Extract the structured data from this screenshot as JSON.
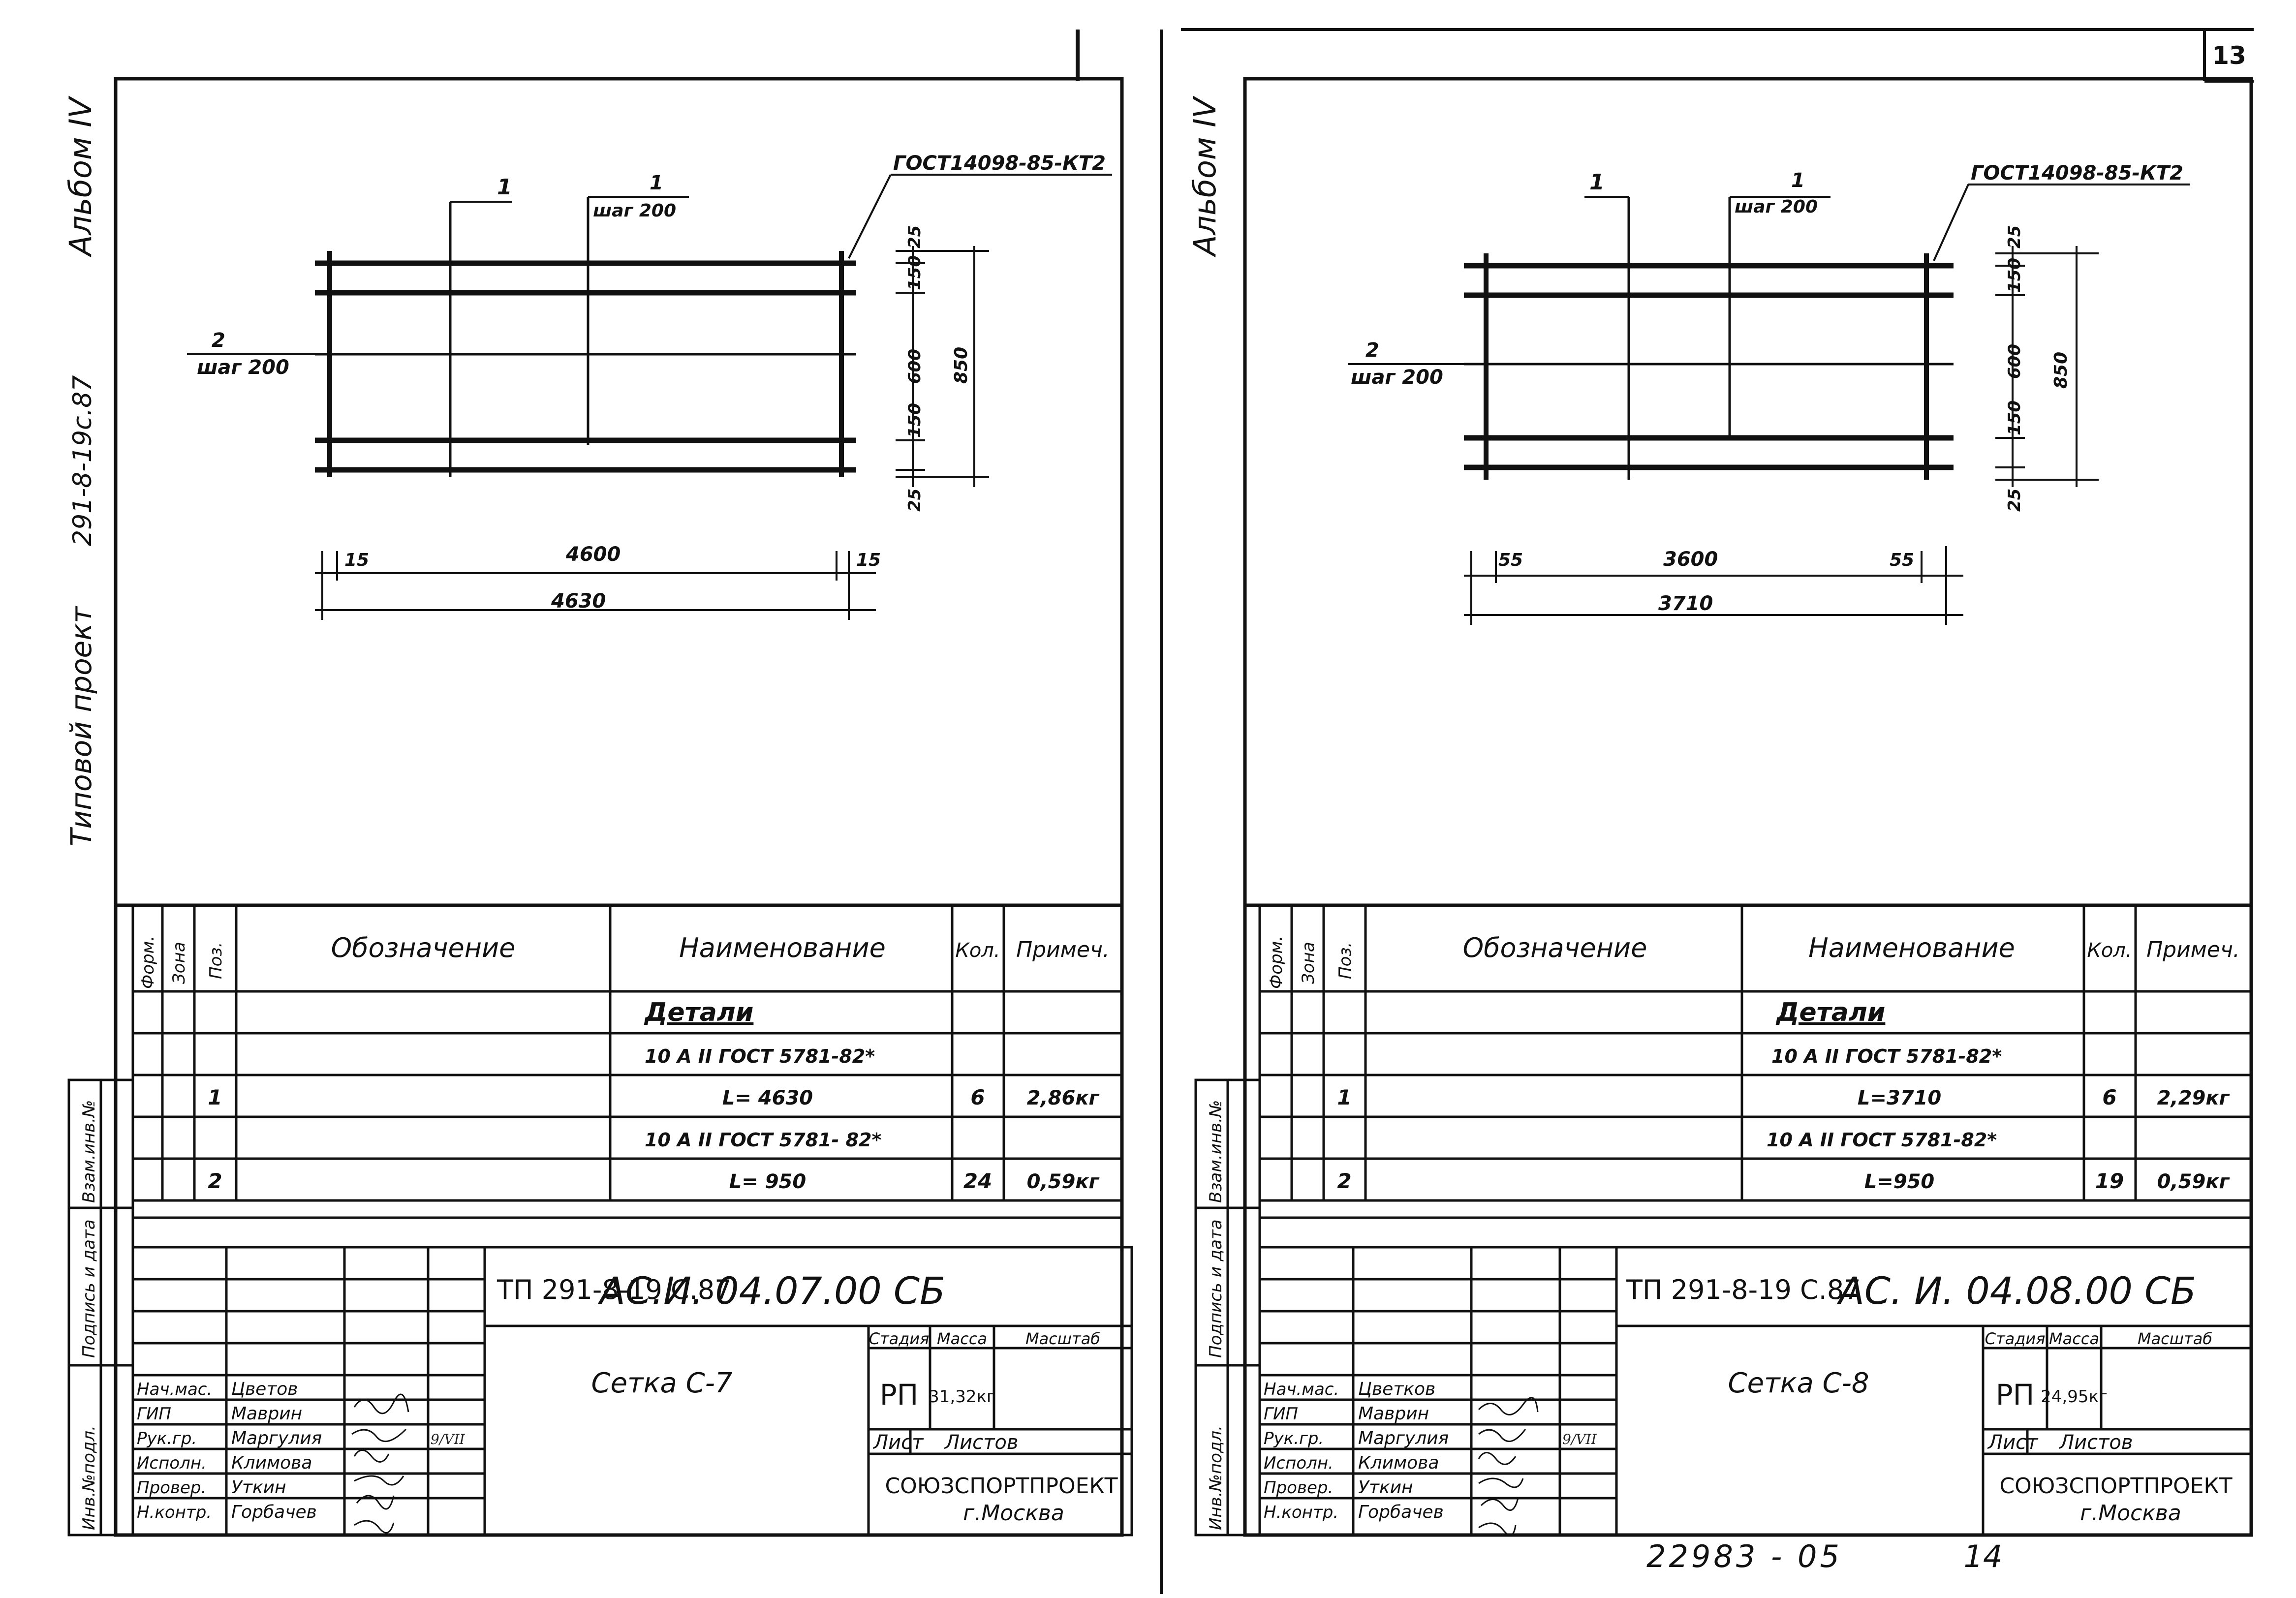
{
  "page_number": "13",
  "bottom_code": "22983 - 05",
  "bottom_page": "14",
  "sheets": [
    {
      "id": "left",
      "side_album": "Альбом IV",
      "side_code": "291-8-19с.87",
      "side_project": "Типовой проект",
      "drawing": {
        "pos1_label": "1",
        "pos1b_label": "1",
        "pos1b_step": "шаг 200",
        "pos2_label": "2",
        "pos2_step": "шаг 200",
        "gost_label": "ГОСТ14098-85-КТ2",
        "dim_left_small": "15",
        "dim_mid": "4600",
        "dim_right_small": "15",
        "dim_total": "4630",
        "v_dims": [
          "25",
          "150",
          "600",
          "150",
          "25"
        ],
        "v_total": "850"
      },
      "spec_headers": [
        "Форм.",
        "Зона",
        "Поз.",
        "Обозначение",
        "Наименование",
        "Кол.",
        "Примеч."
      ],
      "spec_rows": [
        {
          "poz": "",
          "name": "Детали",
          "kol": "",
          "prim": ""
        },
        {
          "poz": "",
          "name": "10 А II ГОСТ 5781-82*",
          "kol": "",
          "prim": ""
        },
        {
          "poz": "1",
          "name": "L= 4630",
          "kol": "6",
          "prim": "2,86кг"
        },
        {
          "poz": "",
          "name": "10 А II ГОСТ 5781- 82*",
          "kol": "",
          "prim": ""
        },
        {
          "poz": "2",
          "name": "L= 950",
          "kol": "24",
          "prim": "0,59кг"
        }
      ],
      "side_stamp": [
        "Инв.№подл.",
        "Подпись и дата",
        "Взам.инв.№"
      ],
      "title_block": {
        "project": "ТП 291-8-19 С.87",
        "designation": "АС.И. 04.07.00 СБ",
        "name": "Сетка С-7",
        "col_headers": [
          "Стадия",
          "Масса",
          "Масштаб"
        ],
        "stage": "РП",
        "mass": "31,32кг",
        "scale": "",
        "sheet_label": "Лист",
        "sheets_label": "Листов",
        "org": "СОЮЗСПОРТПРОЕКТ",
        "city": "г.Москва",
        "roles": [
          "Нач.мас.",
          "ГИП",
          "Рук.гр.",
          "Исполн.",
          "Провер.",
          "Н.контр."
        ],
        "names": [
          "Цветов",
          "Маврин",
          "Маргулия",
          "Климова",
          "Уткин",
          "Горбачев"
        ],
        "date": "9/VII"
      }
    },
    {
      "id": "right",
      "side_album": "Альбом IV",
      "side_code": "",
      "side_project": "",
      "drawing": {
        "pos1_label": "1",
        "pos1b_label": "1",
        "pos1b_step": "шаг 200",
        "pos2_label": "2",
        "pos2_step": "шаг 200",
        "gost_label": "ГОСТ14098-85-КТ2",
        "dim_left_small": "55",
        "dim_mid": "3600",
        "dim_right_small": "55",
        "dim_total": "3710",
        "v_dims": [
          "25",
          "150",
          "600",
          "150",
          "25"
        ],
        "v_total": "850"
      },
      "spec_headers": [
        "Форм.",
        "Зона",
        "Поз.",
        "Обозначение",
        "Наименование",
        "Кол.",
        "Примеч."
      ],
      "spec_rows": [
        {
          "poz": "",
          "name": "Детали",
          "kol": "",
          "prim": ""
        },
        {
          "poz": "",
          "name": "10 А II ГОСТ 5781-82*",
          "kol": "",
          "prim": ""
        },
        {
          "poz": "1",
          "name": "L=3710",
          "kol": "6",
          "prim": "2,29кг"
        },
        {
          "poz": "",
          "name": "10 А II ГОСТ 5781-82*",
          "kol": "",
          "prim": ""
        },
        {
          "poz": "2",
          "name": "L=950",
          "kol": "19",
          "prim": "0,59кг"
        }
      ],
      "side_stamp": [
        "Инв.№подл.",
        "Подпись и дата",
        "Взам.инв.№"
      ],
      "title_block": {
        "project": "ТП 291-8-19 С.87",
        "designation": "АС. И. 04.08.00 СБ",
        "name": "Сетка С-8",
        "col_headers": [
          "Стадия",
          "Масса",
          "Масштаб"
        ],
        "stage": "РП",
        "mass": "24,95кг",
        "scale": "",
        "sheet_label": "Лист",
        "sheets_label": "Листов",
        "org": "СОЮЗСПОРТПРОЕКТ",
        "city": "г.Москва",
        "roles": [
          "Нач.мас.",
          "ГИП",
          "Рук.гр.",
          "Исполн.",
          "Провер.",
          "Н.контр."
        ],
        "names": [
          "Цветков",
          "Маврин",
          "Маргулия",
          "Климова",
          "Уткин",
          "Горбачев"
        ],
        "date": "9/VII"
      }
    }
  ]
}
